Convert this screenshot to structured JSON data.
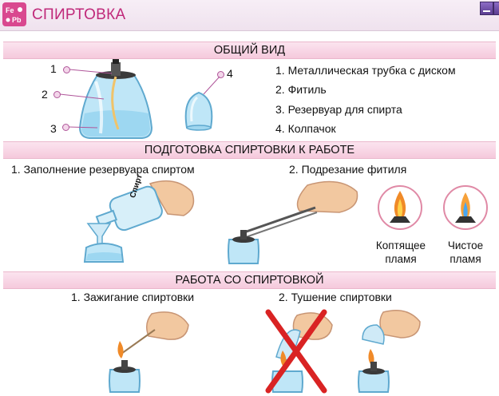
{
  "header": {
    "title": "СПИРТОВКА",
    "logo_icon": "fe-pb-logo-icon"
  },
  "window_buttons": {
    "minimize_icon": "minimize-icon",
    "close_icon": "close-icon"
  },
  "sections": {
    "general": {
      "title": "ОБЩИЙ ВИД",
      "callout_numbers": [
        "1",
        "2",
        "3",
        "4"
      ],
      "legend": [
        "1. Металлическая трубка с диском",
        "2. Фитиль",
        "3. Резервуар для спирта",
        "4. Колпачок"
      ]
    },
    "preparation": {
      "title": "ПОДГОТОВКА СПИРТОВКИ К РАБОТЕ",
      "step1": "1. Заполнение резервуара спиртом",
      "step2": "2. Подрезание фитиля",
      "bottle_label": "Спирт",
      "flame_dirty": "Коптящее\nпламя",
      "flame_clean": "Чистое\nпламя"
    },
    "work": {
      "title": "РАБОТА СО СПИРТОВКОЙ",
      "step1": "1. Зажигание спиртовки",
      "step2": "2. Тушение спиртовки"
    }
  },
  "colors": {
    "accent": "#c0297a",
    "section_bg": "#f5c9dc",
    "glass": "#bfe6f7"
  }
}
